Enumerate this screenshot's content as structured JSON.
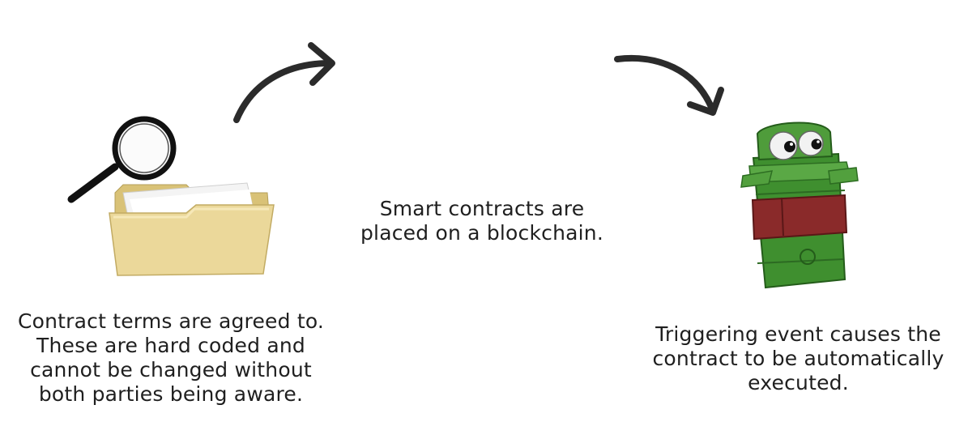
{
  "steps": [
    {
      "lines": [
        "Contract terms are agreed to.",
        "These are hard coded and",
        "cannot be changed without",
        "both parties being aware."
      ],
      "icon": "folder-magnifier-icon"
    },
    {
      "lines": [
        "Smart contracts are",
        "placed on a blockchain."
      ]
    },
    {
      "lines": [
        "Triggering event causes the",
        "contract to be automatically",
        "executed."
      ],
      "icon": "money-stack-character-icon"
    }
  ],
  "colors": {
    "text": "#1f1f1f",
    "arrow": "#2b2b2b",
    "folder": "#e7d593",
    "money": "#3f8f2f",
    "band": "#8a2a2a"
  }
}
